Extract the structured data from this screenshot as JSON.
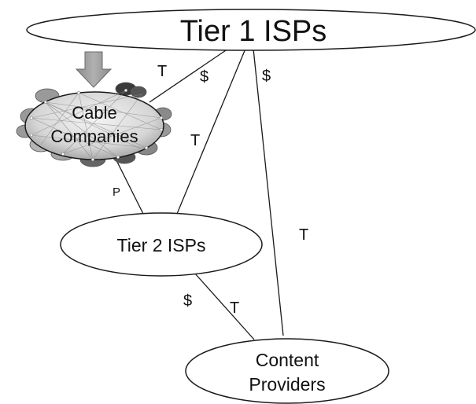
{
  "nodes": {
    "tier1": {
      "label": "Tier 1 ISPs"
    },
    "cable": {
      "label_line1": "Cable",
      "label_line2": "Companies"
    },
    "tier2": {
      "label": "Tier 2 ISPs"
    },
    "content": {
      "label_line1": "Content",
      "label_line2": "Providers"
    }
  },
  "edges": {
    "tier1_cable": {
      "labels": [
        "T",
        "$"
      ]
    },
    "tier1_tier2": {
      "labels": [
        "T"
      ]
    },
    "tier1_content": {
      "labels": [
        "$",
        "T"
      ]
    },
    "cable_tier2": {
      "labels": [
        "P"
      ]
    },
    "tier2_content": {
      "labels": [
        "$",
        "T"
      ]
    }
  },
  "icons": {
    "arrow": "down-arrow-icon",
    "clouds": "cloud-cluster-icon",
    "mesh": "mesh-network-icon"
  },
  "colors": {
    "node_fill": "#ffffff",
    "node_stroke": "#1a1a1a",
    "cable_fill_light": "#e8e8e8",
    "cable_fill_dark": "#b5b5b5",
    "cloud_fill": "#9a9a9a",
    "cloud_dark": "#444444",
    "arrow_fill": "#9b9b9b",
    "arrow_stroke": "#6a6a6a"
  }
}
